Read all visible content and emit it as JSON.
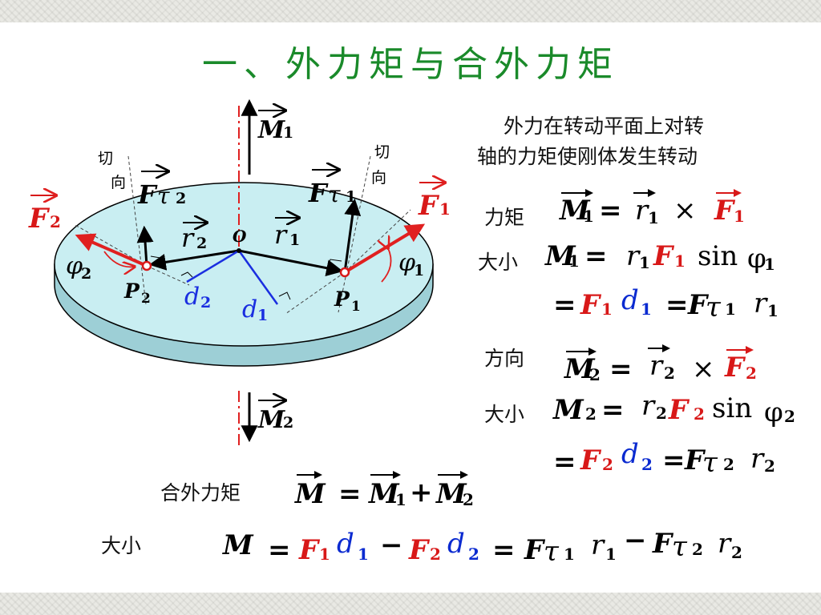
{
  "title": "一、外力矩与合外力矩",
  "description": [
    "外力在转动平面上对转",
    "轴的力矩使刚体发生转动"
  ],
  "labels": {
    "moment": "力矩",
    "magnitude1": "大小",
    "direction": "方向",
    "magnitude2": "大小",
    "resultant_moment": "合外力矩",
    "magnitude3": "大小"
  },
  "diagram": {
    "tangent_left": [
      "切",
      "向"
    ],
    "tangent_right": [
      "切",
      "向"
    ],
    "origin": "O",
    "M": "M",
    "F": "F",
    "r": "r",
    "d": "d",
    "P": "P",
    "tau": "τ",
    "phi": "φ",
    "one": "1",
    "two": "2"
  },
  "eq": {
    "M": "M",
    "r": "r",
    "F": "F",
    "d": "d",
    "one": "1",
    "two": "2",
    "tau": "τ",
    "equals": "=",
    "cross": "×",
    "plus": "+",
    "minus": "−",
    "sin": "sin",
    "phi": "φ"
  }
}
